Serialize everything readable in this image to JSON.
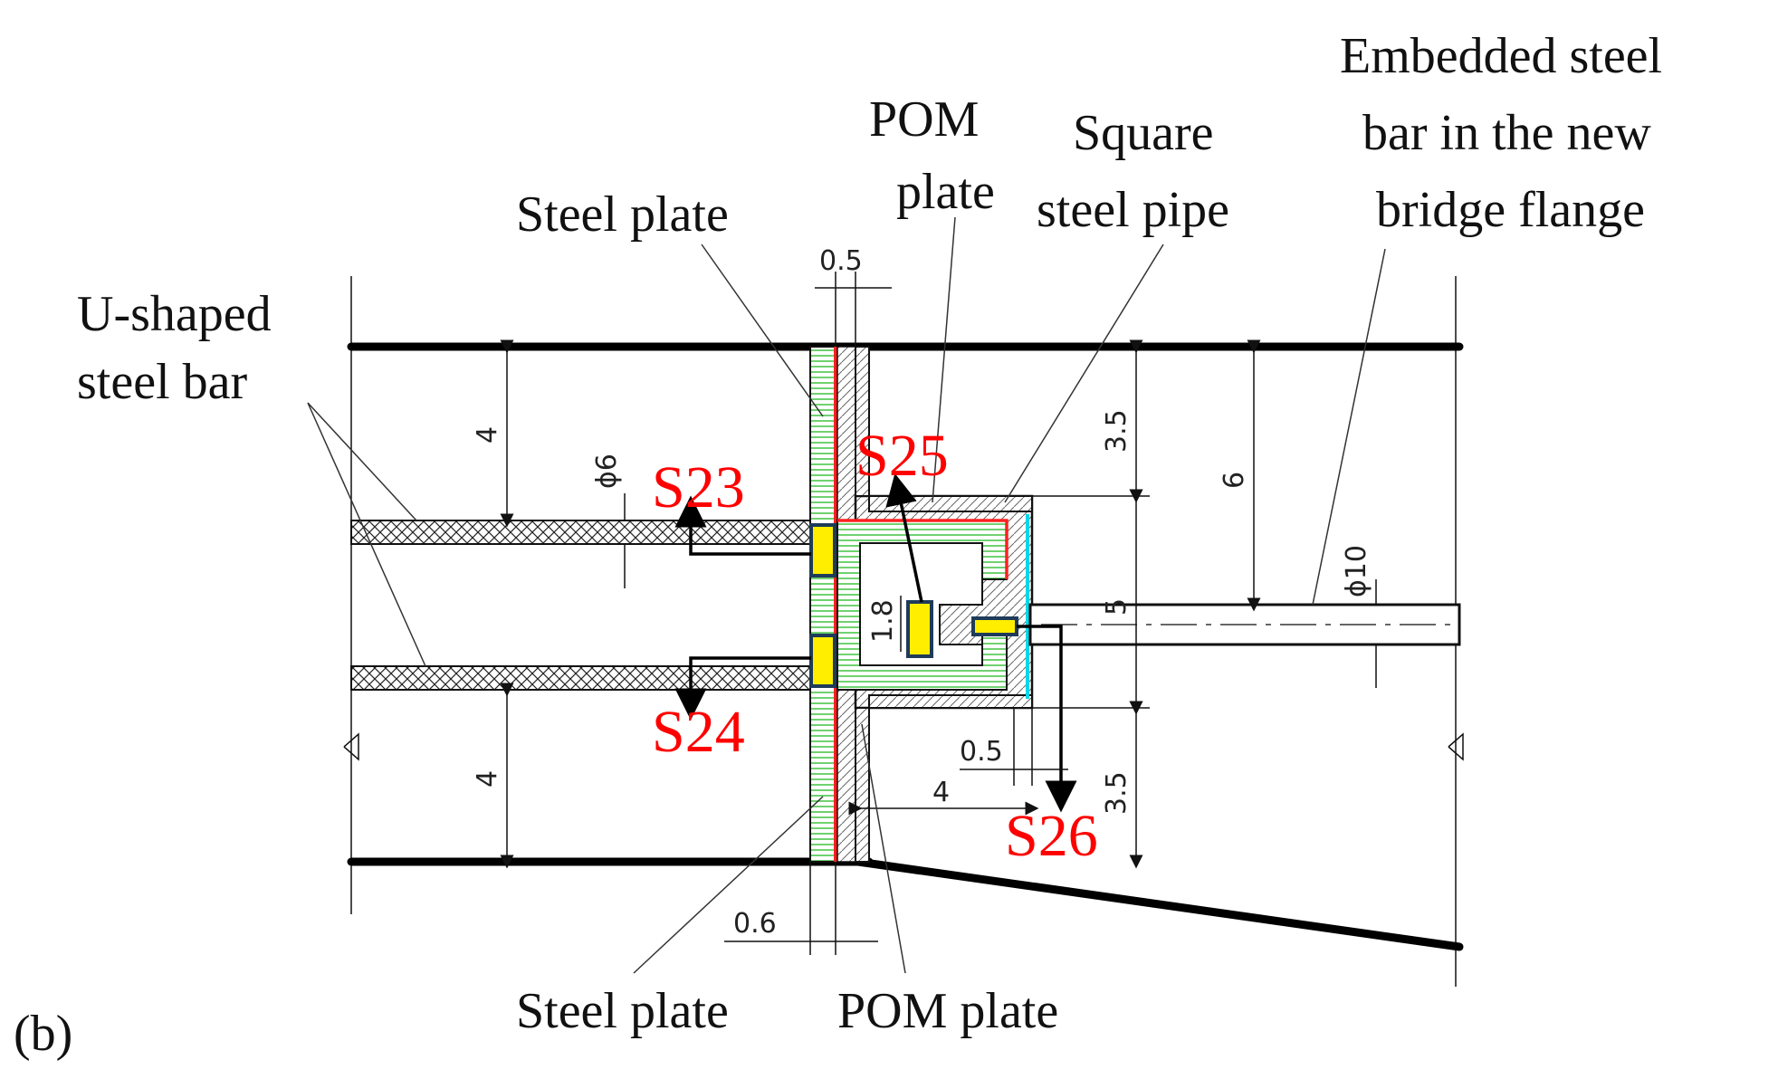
{
  "panel_label": "(b)",
  "labels": {
    "u_shaped": [
      "U-shaped",
      "steel bar"
    ],
    "steel_plate_top": "Steel plate",
    "pom_plate_top": [
      "POM",
      "plate"
    ],
    "square_pipe": [
      "Square",
      "steel pipe"
    ],
    "embedded": [
      "Embedded steel",
      "bar in the new",
      "bridge flange"
    ],
    "steel_plate_bottom": "Steel plate",
    "pom_plate_bottom": "POM plate"
  },
  "sensors": [
    "S23",
    "S24",
    "S25",
    "S26"
  ],
  "dimensions": {
    "top_gap": "0.5",
    "bottom_gap": "0.6",
    "left_upper": "4",
    "left_lower": "4",
    "bar_dia": "ϕ6",
    "pipe_inner": "1.8",
    "right_upper": "3.5",
    "right_mid": "5",
    "right_lower": "3.5",
    "flange_depth": "6",
    "embedded_dia": "ϕ10",
    "offset": "0.5",
    "width": "4"
  },
  "colors": {
    "sensor_text": "#ff0000",
    "gauge_fill": "#ffee00",
    "gauge_border": "#1f3b5a",
    "pom_red": "#ff2020",
    "hatch_green": "#22bb22",
    "cyan_plate": "#00d8e8"
  }
}
